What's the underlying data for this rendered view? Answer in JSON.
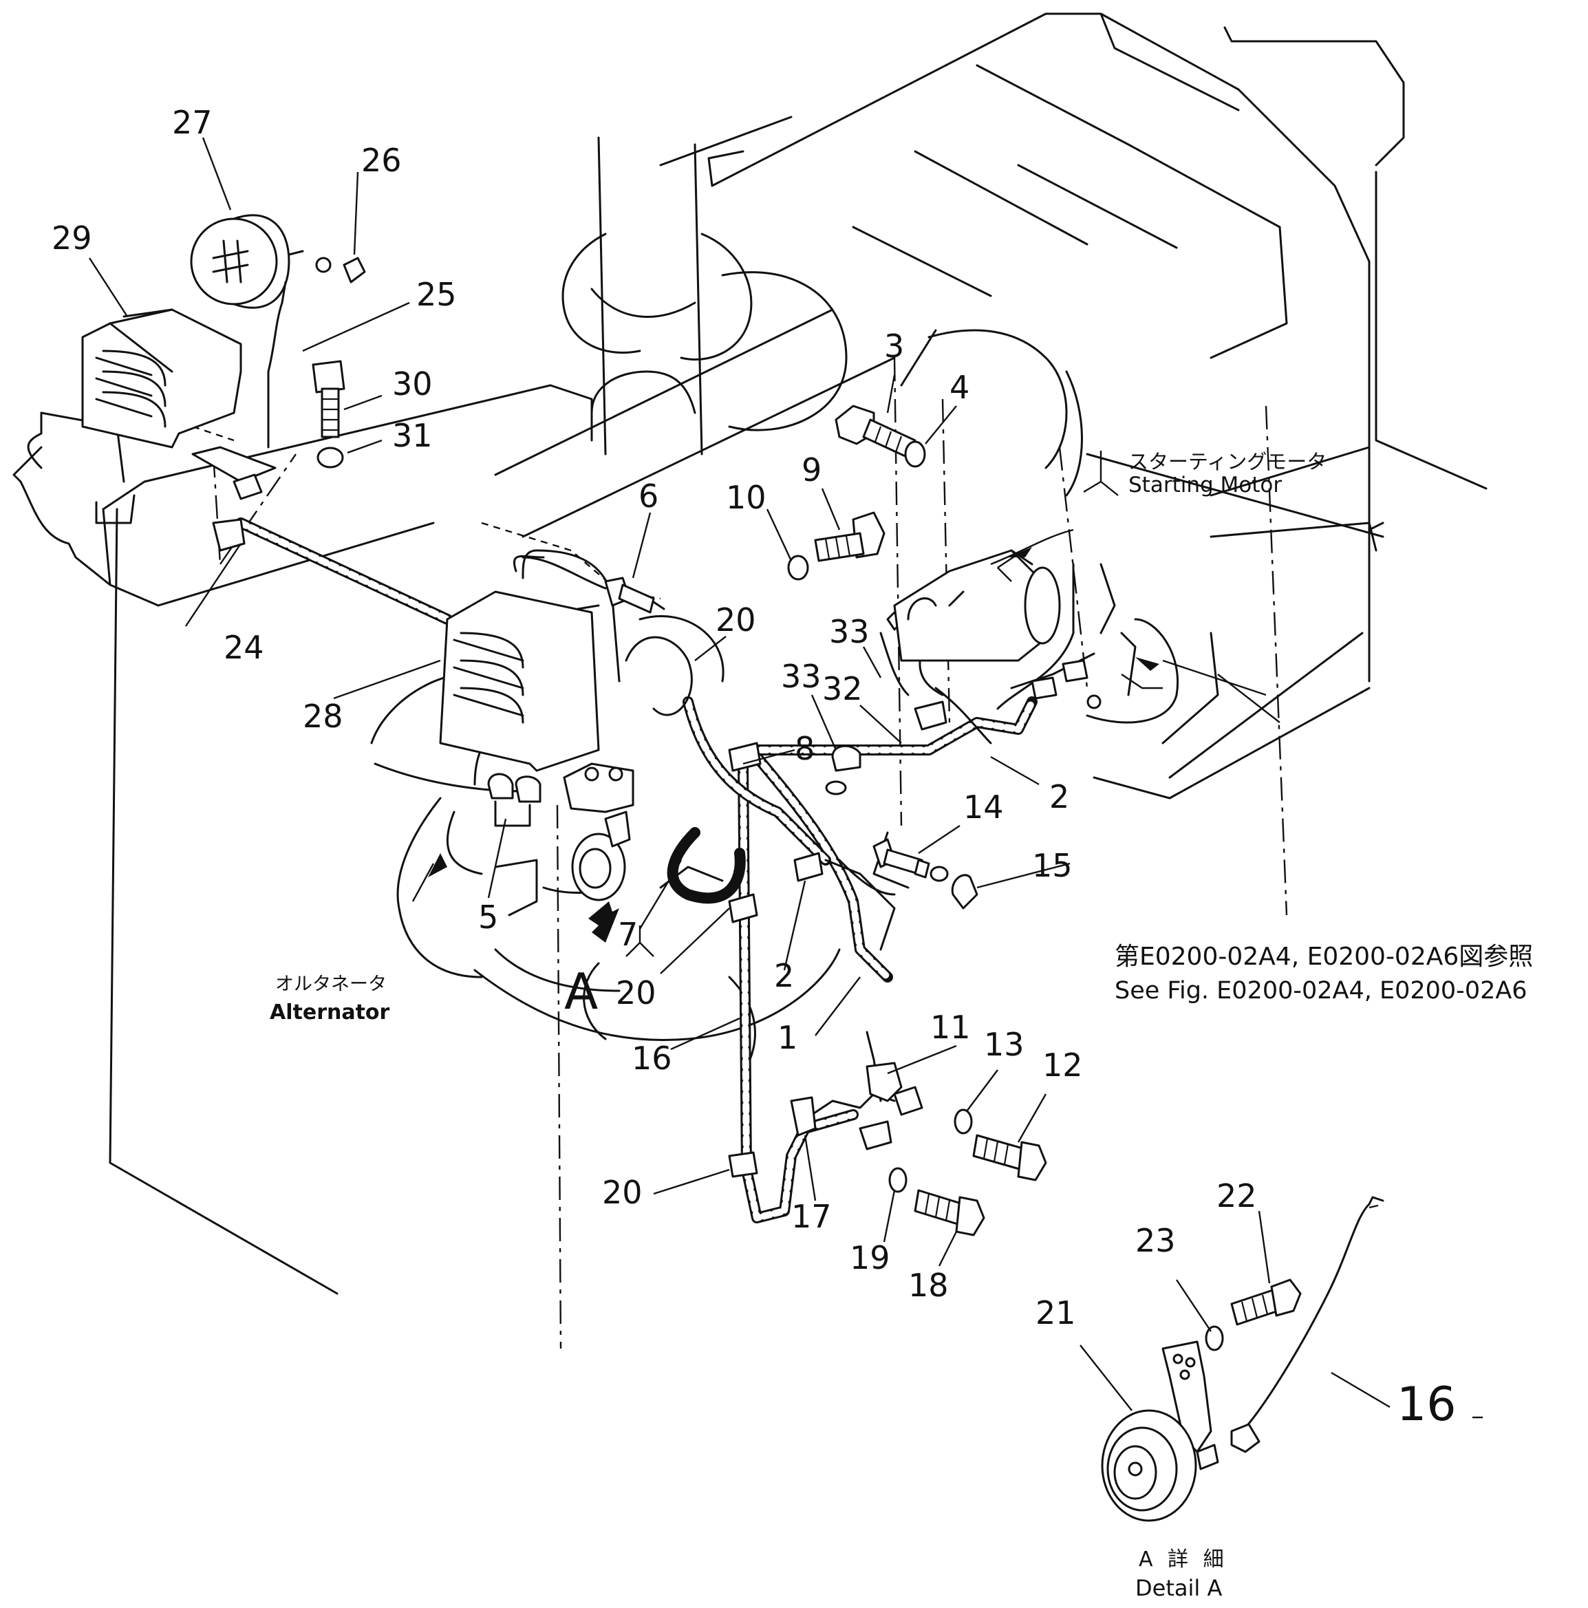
{
  "callouts": [
    {
      "text": "27"
    },
    {
      "text": "26"
    },
    {
      "text": "29"
    },
    {
      "text": "25"
    },
    {
      "text": "30"
    },
    {
      "text": "31"
    },
    {
      "text": "3"
    },
    {
      "text": "4"
    },
    {
      "text": "9"
    },
    {
      "text": "10"
    },
    {
      "text": "6"
    },
    {
      "text": "20"
    },
    {
      "text": "33"
    },
    {
      "text": "33"
    },
    {
      "text": "32"
    },
    {
      "text": "8"
    },
    {
      "text": "2"
    },
    {
      "text": "14"
    },
    {
      "text": "15"
    },
    {
      "text": "24"
    },
    {
      "text": "28"
    },
    {
      "text": "5"
    },
    {
      "text": "7"
    },
    {
      "text": "20"
    },
    {
      "text": "2"
    },
    {
      "text": "1"
    },
    {
      "text": "11"
    },
    {
      "text": "13"
    },
    {
      "text": "12"
    },
    {
      "text": "16"
    },
    {
      "text": "20"
    },
    {
      "text": "17"
    },
    {
      "text": "19"
    },
    {
      "text": "18"
    },
    {
      "text": "22"
    },
    {
      "text": "23"
    },
    {
      "text": "21"
    },
    {
      "text": "16"
    }
  ],
  "detail_marker": "A",
  "labels": {
    "starting_motor_jp": "スターティングモータ",
    "starting_motor_en": "Starting  Motor",
    "alternator_jp": "オルタネータ",
    "alternator_en": "Alternator",
    "see_fig_jp": "第E0200-02A4, E0200-02A6図参照",
    "see_fig_en": "See Fig. E0200-02A4, E0200-02A6",
    "detail_jp": "A 詳 細",
    "detail_en": "Detail A"
  }
}
